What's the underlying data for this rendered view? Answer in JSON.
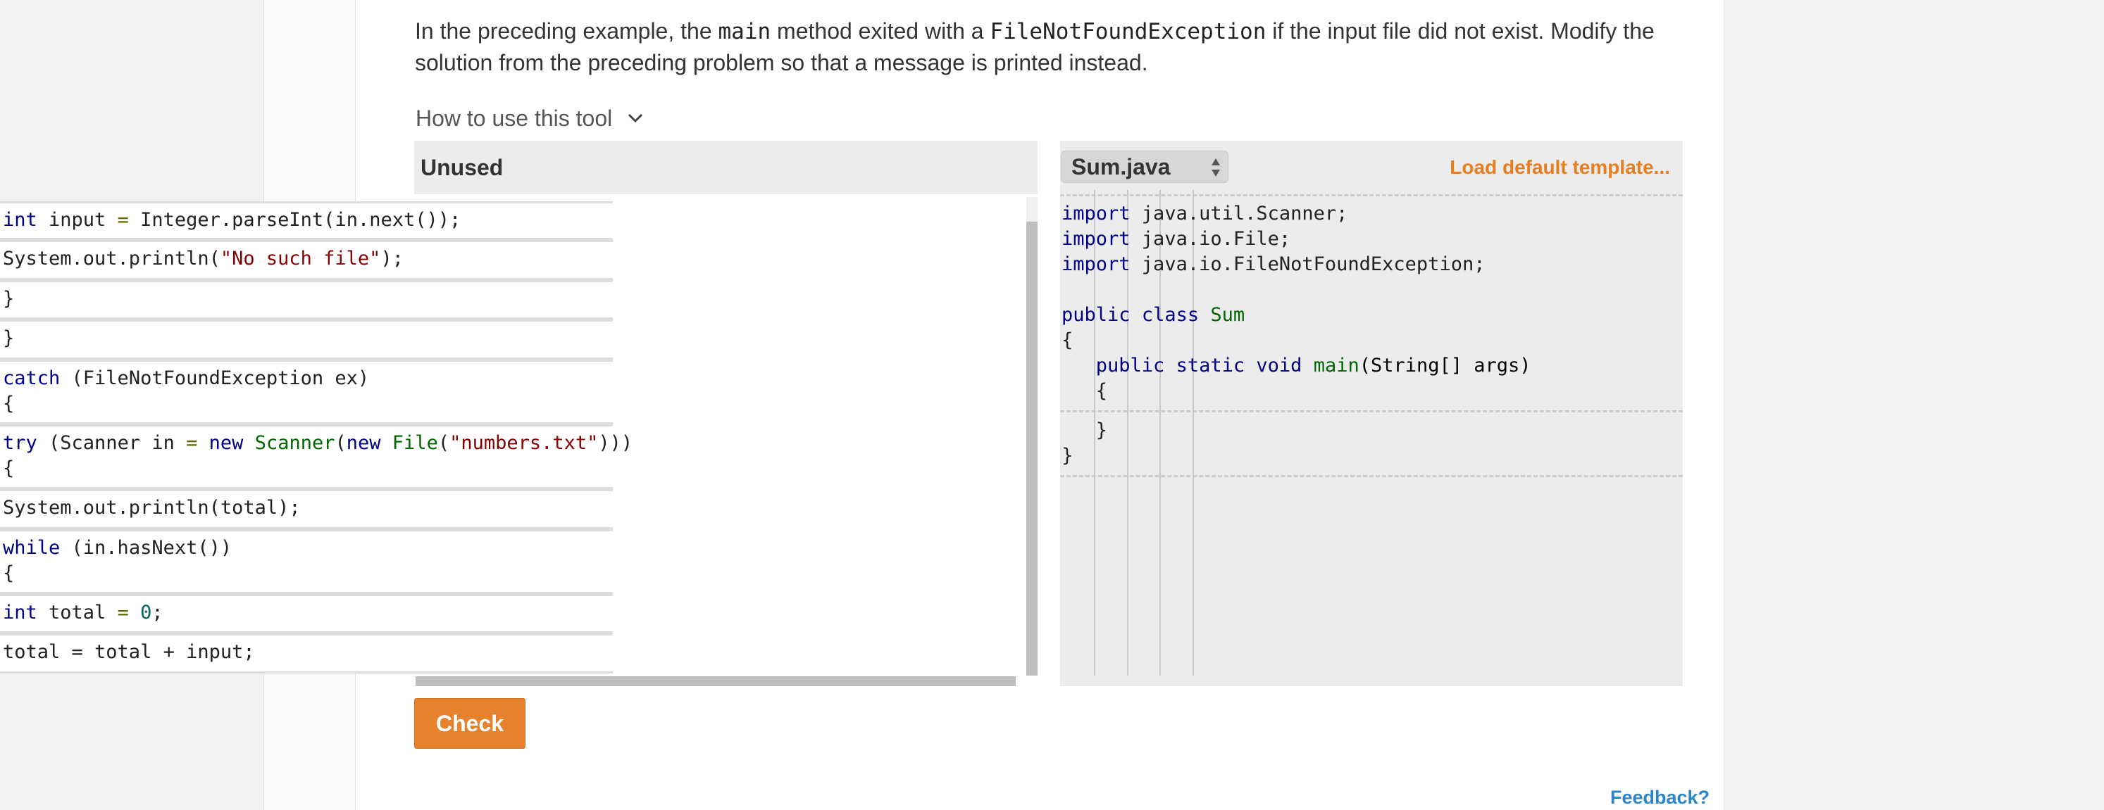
{
  "prompt": {
    "part1": "In the preceding example, the ",
    "code1": "main",
    "part2": " method exited with a ",
    "code2": "FileNotFoundException",
    "part3": " if the input file did not exist. Modify the solution from the preceding problem so that a message is printed instead."
  },
  "how_to": {
    "label": "How to use this tool"
  },
  "unused": {
    "title": "Unused",
    "tiles": [
      "int input = Integer.parseInt(in.next());",
      "System.out.println(\"No such file\");",
      "}",
      "}",
      "catch (FileNotFoundException ex)\n{",
      "try (Scanner in = new Scanner(new File(\"numbers.txt\")))\n{",
      "System.out.println(total);",
      "while (in.hasNext())\n{",
      "int total = 0;",
      "total = total + input;"
    ]
  },
  "editor": {
    "filename": "Sum.java",
    "load_default": "Load default template...",
    "lines": [
      "import java.util.Scanner;",
      "import java.io.File;",
      "import java.io.FileNotFoundException;",
      "",
      "public class Sum",
      "{",
      "   public static void main(String[] args)",
      "   {",
      "   }",
      "}"
    ]
  },
  "actions": {
    "check": "Check",
    "feedback": "Feedback?"
  },
  "colors": {
    "accent": "#e6812e",
    "link": "#2a86c8",
    "keyword": "#000088",
    "type": "#006600",
    "string": "#880000"
  }
}
